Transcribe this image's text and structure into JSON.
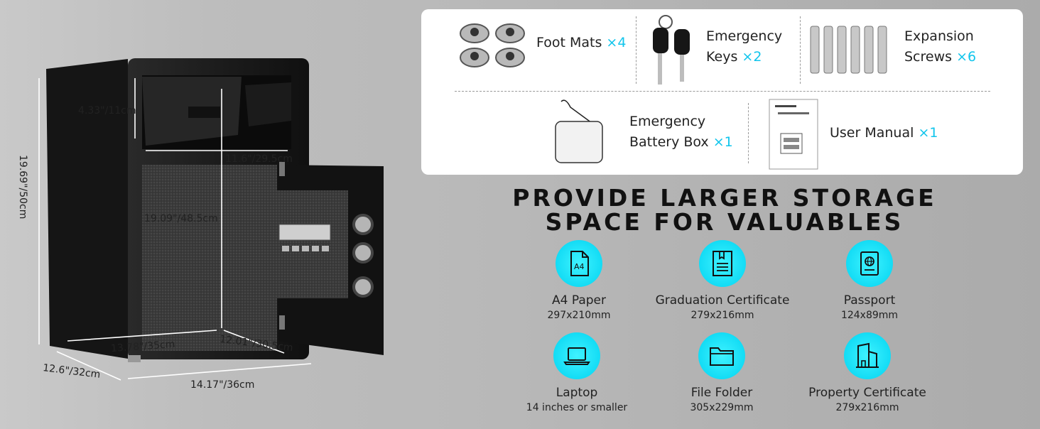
{
  "dimensions": {
    "height_total": "19.69\"/50cm",
    "slot_height": "4.33\"/11cm",
    "slot_width": "11.6\"/29.5cm",
    "inner_height": "19.09\"/48.5cm",
    "inner_width": "13.78\"/35cm",
    "inner_depth": "12.01\"/30.5cm",
    "outer_depth": "12.6\"/32cm",
    "outer_width": "14.17\"/36cm"
  },
  "accessories": [
    {
      "name_line1": "Foot Mats",
      "name_line2": "",
      "qty": "×4",
      "icon": "foot-mat-icon"
    },
    {
      "name_line1": "Emergency",
      "name_line2": "Keys",
      "qty": "×2",
      "icon": "key-icon"
    },
    {
      "name_line1": "Expansion",
      "name_line2": "Screws",
      "qty": "×6",
      "icon": "screw-icon"
    },
    {
      "name_line1": "Emergency",
      "name_line2": "Battery Box",
      "qty": "×1",
      "icon": "battery-box-icon"
    },
    {
      "name_line1": "User Manual",
      "name_line2": "",
      "qty": "×1",
      "icon": "manual-icon"
    }
  ],
  "headline": {
    "line1": "PROVIDE LARGER STORAGE",
    "line2": "SPACE FOR VALUABLES"
  },
  "items": [
    {
      "name": "A4 Paper",
      "size": "297x210mm",
      "icon": "a4-paper-icon",
      "icon_text": "A4"
    },
    {
      "name": "Graduation Certificate",
      "size": "279x216mm",
      "icon": "certificate-icon"
    },
    {
      "name": "Passport",
      "size": "124x89mm",
      "icon": "passport-icon"
    },
    {
      "name": "Laptop",
      "size": "14 inches or smaller",
      "icon": "laptop-icon"
    },
    {
      "name": "File Folder",
      "size": "305x229mm",
      "icon": "folder-icon"
    },
    {
      "name": "Property Certificate",
      "size": "279x216mm",
      "icon": "property-certificate-icon"
    }
  ],
  "colors": {
    "accent": "#11c5ec",
    "icon_circle": "#13dcf5",
    "safe_body": "#1f1f1f"
  }
}
